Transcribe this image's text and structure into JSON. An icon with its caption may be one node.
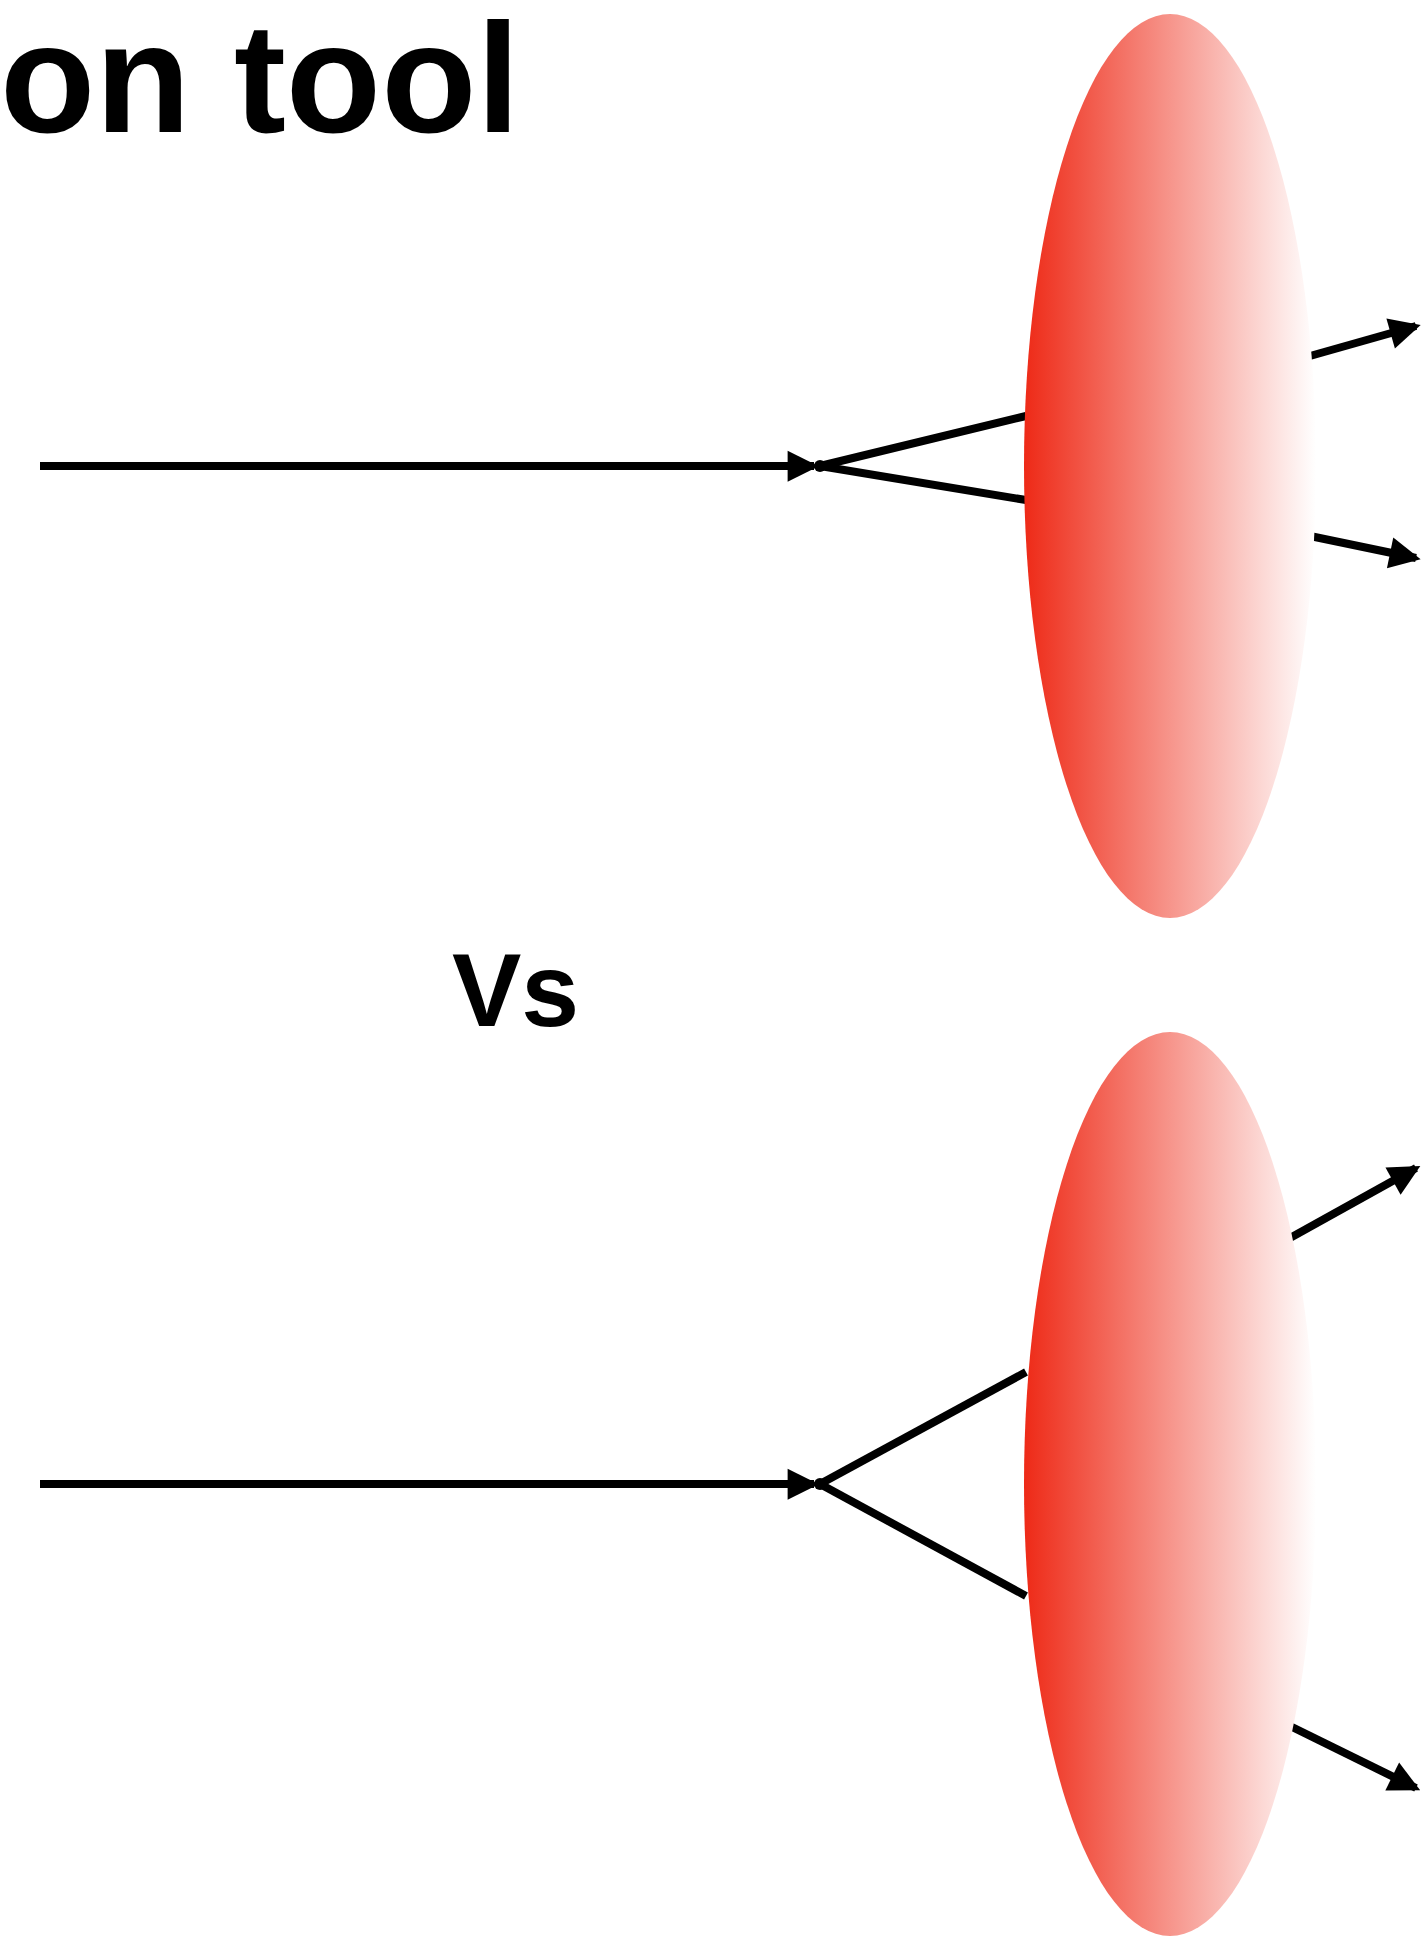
{
  "diagram": {
    "title": "on tool",
    "nodes": [
      {
        "text": [],
        "shape": "ellipse"
      },
      {
        "text": [],
        "shape": "point"
      },
      {
        "text": [],
        "shape": "ellipse"
      },
      {
        "text": [],
        "shape": "point"
      }
    ],
    "edges": [
      {
        "from": null,
        "to": 1,
        "arrow": "to"
      },
      {
        "from": 1,
        "to": 0,
        "arrow": "none"
      },
      {
        "from": 1,
        "to": 0,
        "arrow": "none"
      },
      {
        "from": 0,
        "to": null,
        "arrow": "to"
      },
      {
        "from": 0,
        "to": null,
        "arrow": "to"
      },
      {
        "from": null,
        "to": 3,
        "arrow": "to"
      },
      {
        "from": 3,
        "to": 2,
        "arrow": "none"
      },
      {
        "from": 3,
        "to": 2,
        "arrow": "none"
      },
      {
        "from": 2,
        "to": null,
        "arrow": "to"
      },
      {
        "from": 2,
        "to": null,
        "arrow": "to"
      }
    ],
    "labels": [
      "Vs"
    ]
  }
}
